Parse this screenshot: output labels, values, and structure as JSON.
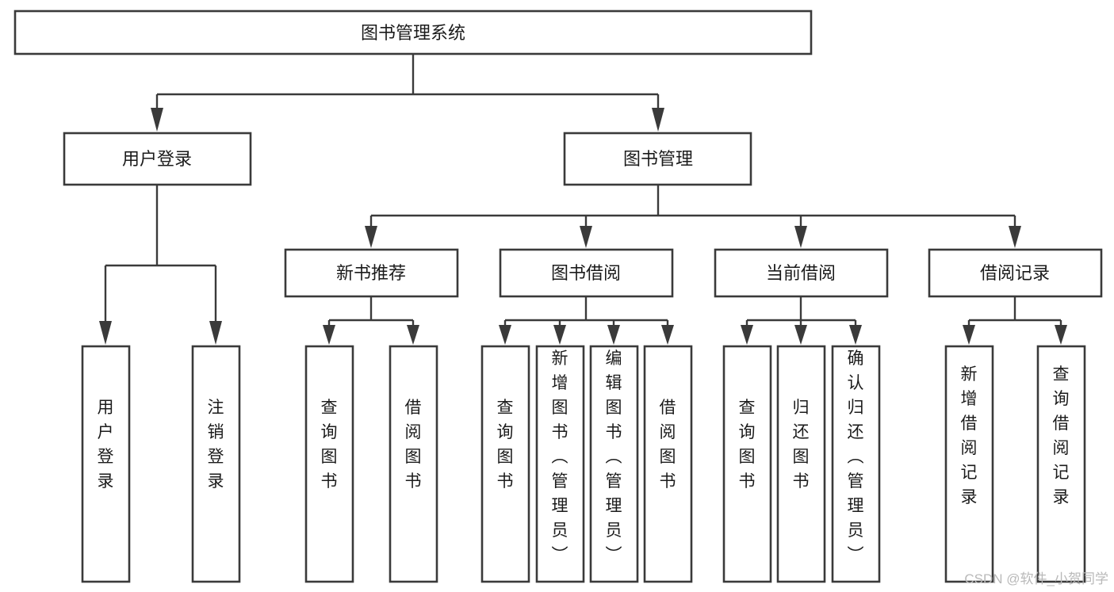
{
  "diagram": {
    "type": "hierarchy-tree",
    "title": "图书管理系统",
    "orientation": "top-down",
    "levels": 4,
    "colors": {
      "box_fill": "#ffffff",
      "box_stroke": "#3a3a3a",
      "connector": "#3a3a3a",
      "text": "#1b1b1b",
      "watermark": "#b9b9b9",
      "background": "#ffffff"
    },
    "root": {
      "label": "图书管理系统"
    },
    "level2": [
      {
        "label": "用户登录"
      },
      {
        "label": "图书管理"
      }
    ],
    "level3": [
      {
        "label": "新书推荐"
      },
      {
        "label": "图书借阅"
      },
      {
        "label": "当前借阅"
      },
      {
        "label": "借阅记录"
      }
    ],
    "leaves": {
      "user_login": [
        {
          "label": "用户登录"
        },
        {
          "label": "注销登录"
        }
      ],
      "new_book_recommend": [
        {
          "label": "查询图书"
        },
        {
          "label": "借阅图书"
        }
      ],
      "book_borrow": [
        {
          "label": "查询图书"
        },
        {
          "label": "新增图书（管理员）"
        },
        {
          "label": "编辑图书（管理员）"
        },
        {
          "label": "借阅图书"
        }
      ],
      "current_borrow": [
        {
          "label": "查询图书"
        },
        {
          "label": "归还图书"
        },
        {
          "label": "确认归还（管理员）"
        }
      ],
      "borrow_record": [
        {
          "label": "新增借阅记录"
        },
        {
          "label": "查询借阅记录"
        }
      ]
    },
    "watermark": "CSDN @软件_小贺同学"
  }
}
